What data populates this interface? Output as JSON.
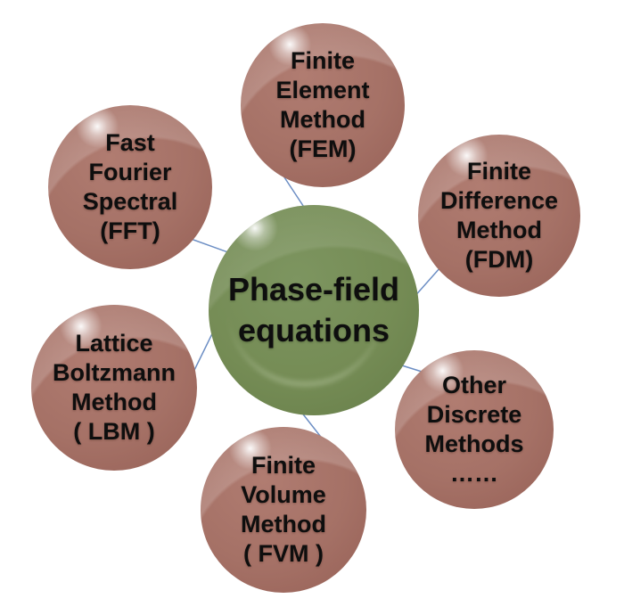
{
  "center": {
    "lines": [
      "Phase-field",
      "equations"
    ]
  },
  "nodes": {
    "fem": {
      "lines": [
        "Finite",
        "Element",
        "Method",
        "(FEM)"
      ]
    },
    "fdm": {
      "lines": [
        "Finite",
        "Difference",
        "Method",
        "(FDM)"
      ]
    },
    "other": {
      "lines": [
        "Other",
        "Discrete",
        "Methods",
        "……"
      ]
    },
    "fvm": {
      "lines": [
        "Finite",
        "Volume",
        "Method",
        "( FVM )"
      ]
    },
    "lbm": {
      "lines": [
        "Lattice",
        "Boltzmann",
        "Method",
        "( LBM )"
      ]
    },
    "fft": {
      "lines": [
        "Fast",
        "Fourier",
        "Spectral",
        "(FFT)"
      ]
    }
  },
  "colors": {
    "satellite_fill": "#a57166",
    "center_fill": "#758c55",
    "connector": "#6c8ec4",
    "text": "#0e0e0e",
    "background": "#ffffff"
  }
}
